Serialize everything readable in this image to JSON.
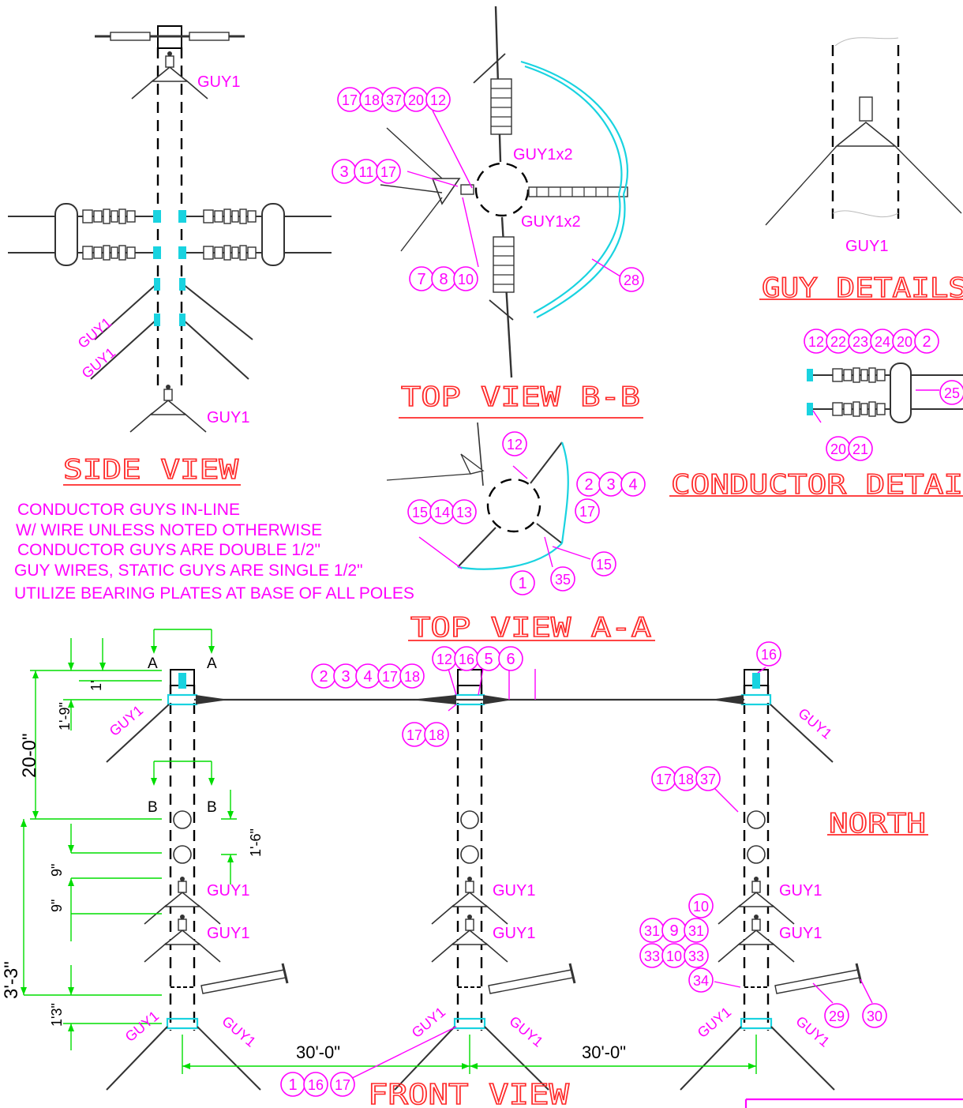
{
  "titles": {
    "side_view": "SIDE VIEW",
    "top_view_bb": "TOP VIEW B-B",
    "top_view_aa": "TOP VIEW A-A",
    "guy_details": "GUY DETAILS",
    "conductor_details": "CONDUCTOR DETAI",
    "front_view": "FRONT VIEW",
    "north": "NORTH"
  },
  "notes": [
    "CONDUCTOR GUYS IN-LINE",
    "W/ WIRE UNLESS NOTED OTHERWISE",
    "CONDUCTOR GUYS ARE DOUBLE 1/2\"",
    "GUY WIRES, STATIC GUYS ARE SINGLE 1/2\"",
    "UTILIZE BEARING PLATES AT BASE OF ALL POLES"
  ],
  "labels": {
    "guy1": "GUY1",
    "guy1x2": "GUY1x2",
    "section_a": "A",
    "section_b": "B"
  },
  "dimensions": {
    "d_1ft": "1'",
    "d_1ft9": "1'-9\"",
    "d_20ft": "20-0\"",
    "d_1ft6": "1'-6\"",
    "d_9in_a": "9\"",
    "d_9in_b": "9\"",
    "d_3ft3": "3'-3\"",
    "d_1ft3": "1'3\"",
    "span_1": "30'-0\"",
    "span_2": "30'-0\""
  },
  "callouts": {
    "bb_upper": [
      "17",
      "18",
      "37",
      "20",
      "12"
    ],
    "bb_left": [
      "3",
      "11",
      "17"
    ],
    "bb_lower": [
      "7",
      "8",
      "10"
    ],
    "bb_right": [
      "28"
    ],
    "aa_top": [
      "12"
    ],
    "aa_right": [
      "2",
      "3",
      "4"
    ],
    "aa_right2": [
      "17"
    ],
    "aa_left": [
      "15",
      "14",
      "13"
    ],
    "aa_bottom": [
      "1"
    ],
    "aa_bottom2": [
      "35"
    ],
    "aa_bottom3": [
      "15"
    ],
    "cd_top": [
      "12",
      "22",
      "23",
      "24",
      "20",
      "2"
    ],
    "cd_right": [
      "25"
    ],
    "cd_bottom": [
      "20",
      "21"
    ],
    "fv_mid_left": [
      "2",
      "3",
      "4",
      "17",
      "18"
    ],
    "fv_mid_top": [
      "12",
      "16",
      "5",
      "6"
    ],
    "fv_mid_below": [
      "17",
      "18"
    ],
    "fv_right_top": [
      "16"
    ],
    "fv_right_mid": [
      "17",
      "18",
      "37"
    ],
    "fv_c10": [
      "10"
    ],
    "fv_c31a": [
      "31",
      "9",
      "31"
    ],
    "fv_c33": [
      "33",
      "10",
      "33"
    ],
    "fv_c34": [
      "34"
    ],
    "fv_c29": [
      "29"
    ],
    "fv_c30": [
      "30"
    ],
    "fv_bottom": [
      "1",
      "16",
      "17"
    ]
  }
}
